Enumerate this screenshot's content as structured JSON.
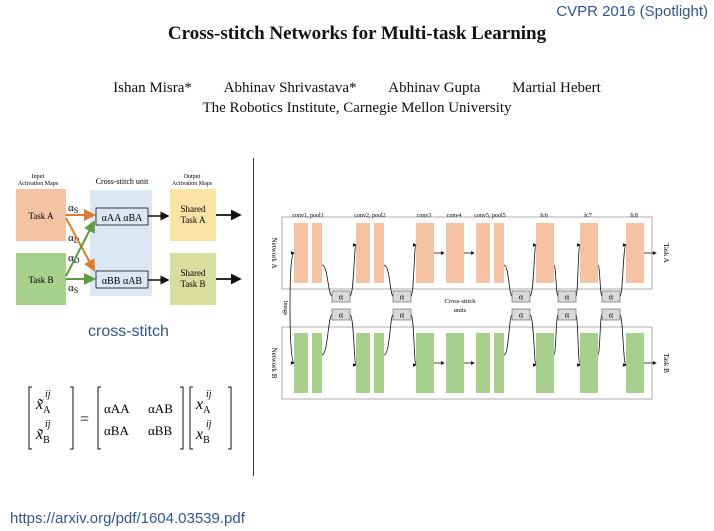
{
  "header": {
    "venue": "CVPR 2016  (Spotlight)",
    "title": "Cross-stitch Networks for Multi-task Learning",
    "authors": [
      "Ishan Misra*",
      "Abhinav Shrivastava*",
      "Abhinav Gupta",
      "Martial Hebert"
    ],
    "affiliation": "The Robotics Institute, Carnegie Mellon University"
  },
  "left_figure": {
    "input_label": [
      "Input",
      "Activation Maps"
    ],
    "unit_label": "Cross-stitch unit",
    "output_label": [
      "Output",
      "Activation Maps"
    ],
    "task_a": "Task A",
    "task_b": "Task B",
    "shared_a": [
      "Shared",
      "Task A"
    ],
    "shared_b": [
      "Shared",
      "Task B"
    ],
    "alpha_s": "α",
    "sub_s": "S",
    "alpha_d": "α",
    "sub_d": "D",
    "alpha_aa_ba": "αAA αBA",
    "alpha_bb_ab": "αBB αAB",
    "caption": "cross-stitch"
  },
  "equation": {
    "lhs": [
      "x̃",
      "x̃"
    ],
    "lhs_sub": [
      "A",
      "B"
    ],
    "sup": "ij",
    "matrix": [
      [
        "αAA",
        "αAB"
      ],
      [
        "αBA",
        "αBB"
      ]
    ],
    "rhs": [
      "x",
      "x"
    ],
    "rhs_sub": [
      "A",
      "B"
    ],
    "equals": "="
  },
  "right_figure": {
    "layer_labels": [
      "conv1, pool1",
      "conv2, pool2",
      "conv3",
      "conv4",
      "conv5, pool5",
      "fc6",
      "fc7",
      "fc8"
    ],
    "network_a": "Network A",
    "network_b": "Network B",
    "task_a": "Task A",
    "task_b": "Task B",
    "image": "Image",
    "alpha": "α",
    "cross_stitch_units": [
      "Cross-stitch",
      "units"
    ]
  },
  "colors": {
    "task_a": "#f5c3a4",
    "task_b": "#a8d08d",
    "shared_a": "#fbe3a6",
    "shared_b": "#d7de9e",
    "unit_bg": "#dbe8f4",
    "orange_arrow": "#e07a2e",
    "green_arrow": "#5a9e3a",
    "link": "#2f5597"
  },
  "footer": {
    "url": "https://arxiv.org/pdf/1604.03539.pdf"
  }
}
